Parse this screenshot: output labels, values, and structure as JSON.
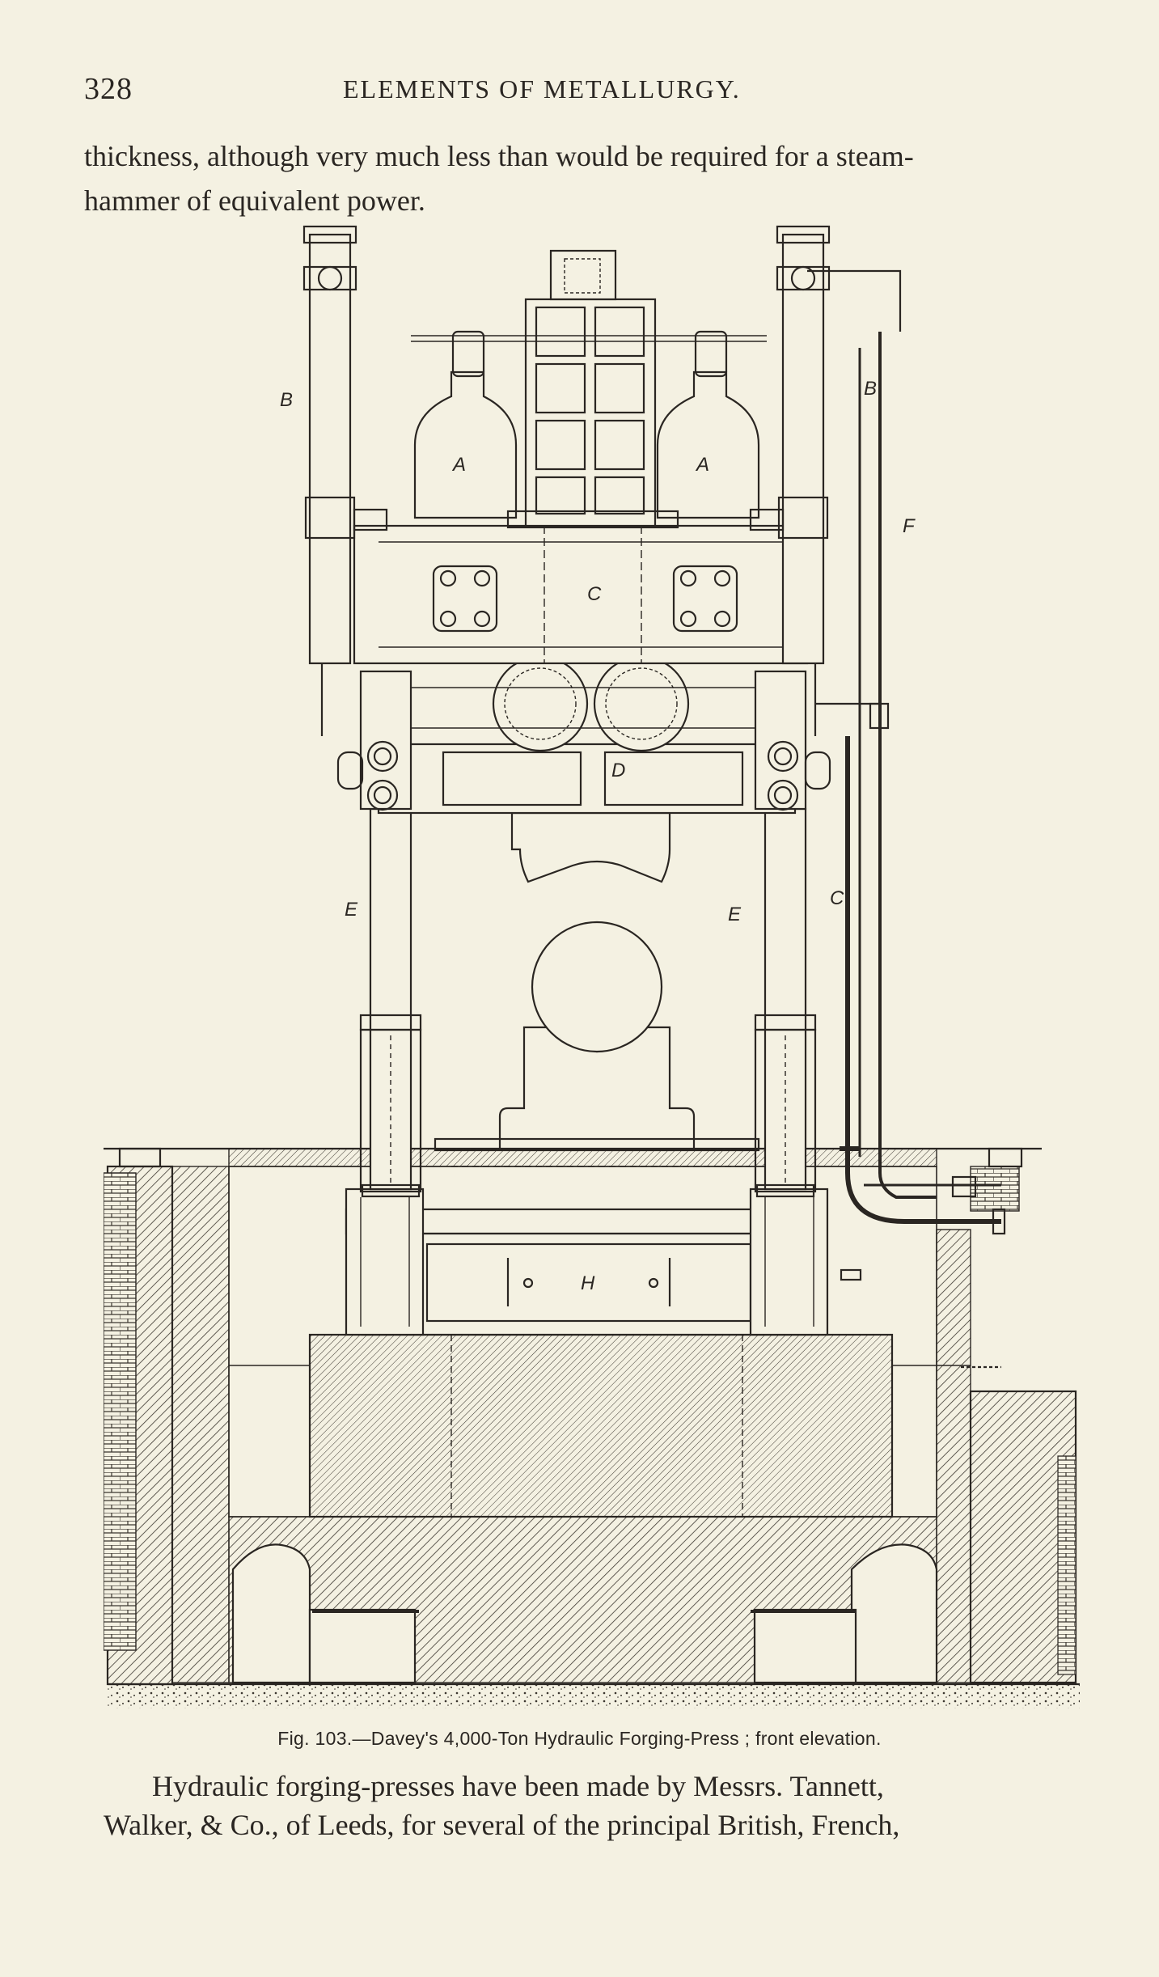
{
  "header": {
    "page_number": "328",
    "running_head": "ELEMENTS OF METALLURGY."
  },
  "text": {
    "top_paragraph_line1": "thickness, although very much less than would be required for a steam-",
    "top_paragraph_line2": "hammer of equivalent power.",
    "bottom_paragraph_line1": "Hydraulic forging-presses have been made by Messrs. Tannett,",
    "bottom_paragraph_line2": "Walker, & Co., of Leeds, for several of the principal British, French,"
  },
  "figure": {
    "caption": "Fig. 103.—Davey's 4,000-Ton Hydraulic Forging-Press ; front elevation.",
    "labels": {
      "A_left": "A",
      "A_right": "A",
      "B_left": "B",
      "B_right": "B",
      "C_beam": "C",
      "C_pipe": "C",
      "D": "D",
      "E_left": "E",
      "E_right": "E",
      "F": "F",
      "H": "H"
    }
  }
}
